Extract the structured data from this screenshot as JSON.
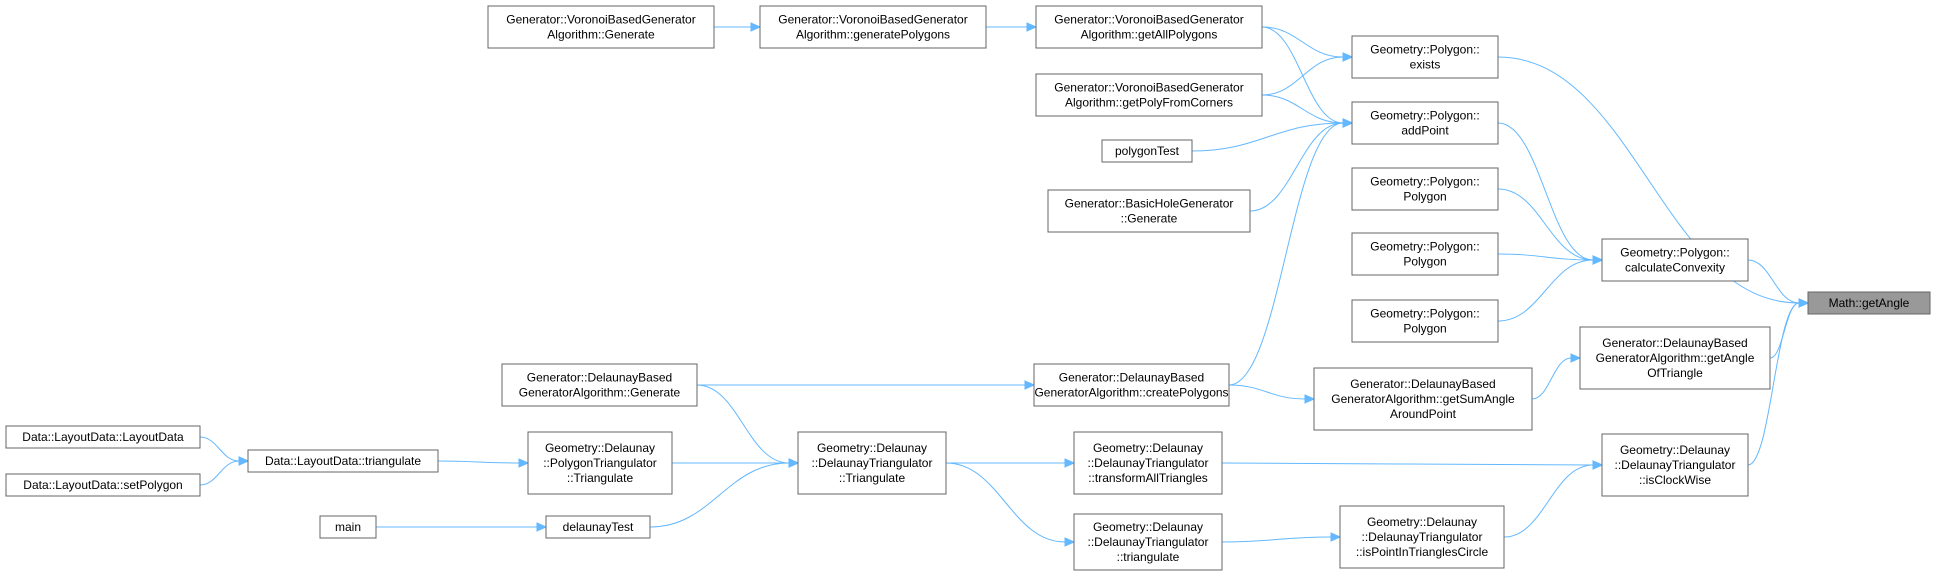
{
  "graph": {
    "direction": "right-to-left callers",
    "edge_color": "#63b8ff",
    "node_border_color": "#666666",
    "root_fill_color": "#999999",
    "nodes": [
      {
        "id": "getAngle",
        "lines": [
          "Math::getAngle"
        ],
        "root": true
      },
      {
        "id": "exists",
        "lines": [
          "Geometry::Polygon::",
          "exists"
        ]
      },
      {
        "id": "addPoint",
        "lines": [
          "Geometry::Polygon::",
          "addPoint"
        ]
      },
      {
        "id": "polygon1",
        "lines": [
          "Geometry::Polygon::",
          "Polygon"
        ]
      },
      {
        "id": "polygon2",
        "lines": [
          "Geometry::Polygon::",
          "Polygon"
        ]
      },
      {
        "id": "polygon3",
        "lines": [
          "Geometry::Polygon::",
          "Polygon"
        ]
      },
      {
        "id": "calcConvexity",
        "lines": [
          "Geometry::Polygon::",
          "calculateConvexity"
        ]
      },
      {
        "id": "getAngleOfTriangle",
        "lines": [
          "Generator::DelaunayBased",
          "GeneratorAlgorithm::getAngle",
          "OfTriangle"
        ]
      },
      {
        "id": "isClockWise",
        "lines": [
          "Geometry::Delaunay",
          "::DelaunayTriangulator",
          "::isClockWise"
        ]
      },
      {
        "id": "getSumAngle",
        "lines": [
          "Generator::DelaunayBased",
          "GeneratorAlgorithm::getSumAngle",
          "AroundPoint"
        ]
      },
      {
        "id": "createPolygons",
        "lines": [
          "Generator::DelaunayBased",
          "GeneratorAlgorithm::createPolygons"
        ]
      },
      {
        "id": "getAllPolygons",
        "lines": [
          "Generator::VoronoiBasedGenerator",
          "Algorithm::getAllPolygons"
        ]
      },
      {
        "id": "getPolyFromCorners",
        "lines": [
          "Generator::VoronoiBasedGenerator",
          "Algorithm::getPolyFromCorners"
        ]
      },
      {
        "id": "polygonTest",
        "lines": [
          "polygonTest"
        ]
      },
      {
        "id": "basicHoleGenerate",
        "lines": [
          "Generator::BasicHoleGenerator",
          "::Generate"
        ]
      },
      {
        "id": "generatePolygons",
        "lines": [
          "Generator::VoronoiBasedGenerator",
          "Algorithm::generatePolygons"
        ]
      },
      {
        "id": "voronoiGenerate",
        "lines": [
          "Generator::VoronoiBasedGenerator",
          "Algorithm::Generate"
        ]
      },
      {
        "id": "delaunayGenerate",
        "lines": [
          "Generator::DelaunayBased",
          "GeneratorAlgorithm::Generate"
        ]
      },
      {
        "id": "transformAll",
        "lines": [
          "Geometry::Delaunay",
          "::DelaunayTriangulator",
          "::transformAllTriangles"
        ]
      },
      {
        "id": "isPointInCircle",
        "lines": [
          "Geometry::Delaunay",
          "::DelaunayTriangulator",
          "::isPointInTrianglesCircle"
        ]
      },
      {
        "id": "dtTriangulate",
        "lines": [
          "Geometry::Delaunay",
          "::DelaunayTriangulator",
          "::Triangulate"
        ]
      },
      {
        "id": "dtTriangulateLower",
        "lines": [
          "Geometry::Delaunay",
          "::DelaunayTriangulator",
          "::triangulate"
        ]
      },
      {
        "id": "polyTriangulate",
        "lines": [
          "Geometry::Delaunay",
          "::PolygonTriangulator",
          "::Triangulate"
        ]
      },
      {
        "id": "delaunayTest",
        "lines": [
          "delaunayTest"
        ]
      },
      {
        "id": "main",
        "lines": [
          "main"
        ]
      },
      {
        "id": "layoutTriangulate",
        "lines": [
          "Data::LayoutData::triangulate"
        ]
      },
      {
        "id": "layoutData",
        "lines": [
          "Data::LayoutData::LayoutData"
        ]
      },
      {
        "id": "setPolygon",
        "lines": [
          "Data::LayoutData::setPolygon"
        ]
      }
    ],
    "edges": [
      [
        "exists",
        "getAngle"
      ],
      [
        "addPoint",
        "calcConvexity"
      ],
      [
        "polygon1",
        "calcConvexity"
      ],
      [
        "polygon2",
        "calcConvexity"
      ],
      [
        "polygon3",
        "calcConvexity"
      ],
      [
        "calcConvexity",
        "getAngle"
      ],
      [
        "getAngleOfTriangle",
        "getAngle"
      ],
      [
        "isClockWise",
        "getAngle"
      ],
      [
        "getSumAngle",
        "getAngleOfTriangle"
      ],
      [
        "createPolygons",
        "getSumAngle"
      ],
      [
        "getAllPolygons",
        "exists"
      ],
      [
        "getAllPolygons",
        "addPoint"
      ],
      [
        "getPolyFromCorners",
        "exists"
      ],
      [
        "getPolyFromCorners",
        "addPoint"
      ],
      [
        "polygonTest",
        "addPoint"
      ],
      [
        "basicHoleGenerate",
        "addPoint"
      ],
      [
        "createPolygons",
        "addPoint"
      ],
      [
        "generatePolygons",
        "getAllPolygons"
      ],
      [
        "voronoiGenerate",
        "generatePolygons"
      ],
      [
        "delaunayGenerate",
        "createPolygons"
      ],
      [
        "transformAll",
        "isClockWise"
      ],
      [
        "isPointInCircle",
        "isClockWise"
      ],
      [
        "dtTriangulate",
        "transformAll"
      ],
      [
        "dtTriangulate",
        "dtTriangulateLower"
      ],
      [
        "dtTriangulateLower",
        "isPointInCircle"
      ],
      [
        "delaunayGenerate",
        "dtTriangulate"
      ],
      [
        "polyTriangulate",
        "dtTriangulate"
      ],
      [
        "delaunayTest",
        "dtTriangulate"
      ],
      [
        "main",
        "delaunayTest"
      ],
      [
        "layoutTriangulate",
        "polyTriangulate"
      ],
      [
        "layoutData",
        "layoutTriangulate"
      ],
      [
        "setPolygon",
        "layoutTriangulate"
      ]
    ]
  }
}
